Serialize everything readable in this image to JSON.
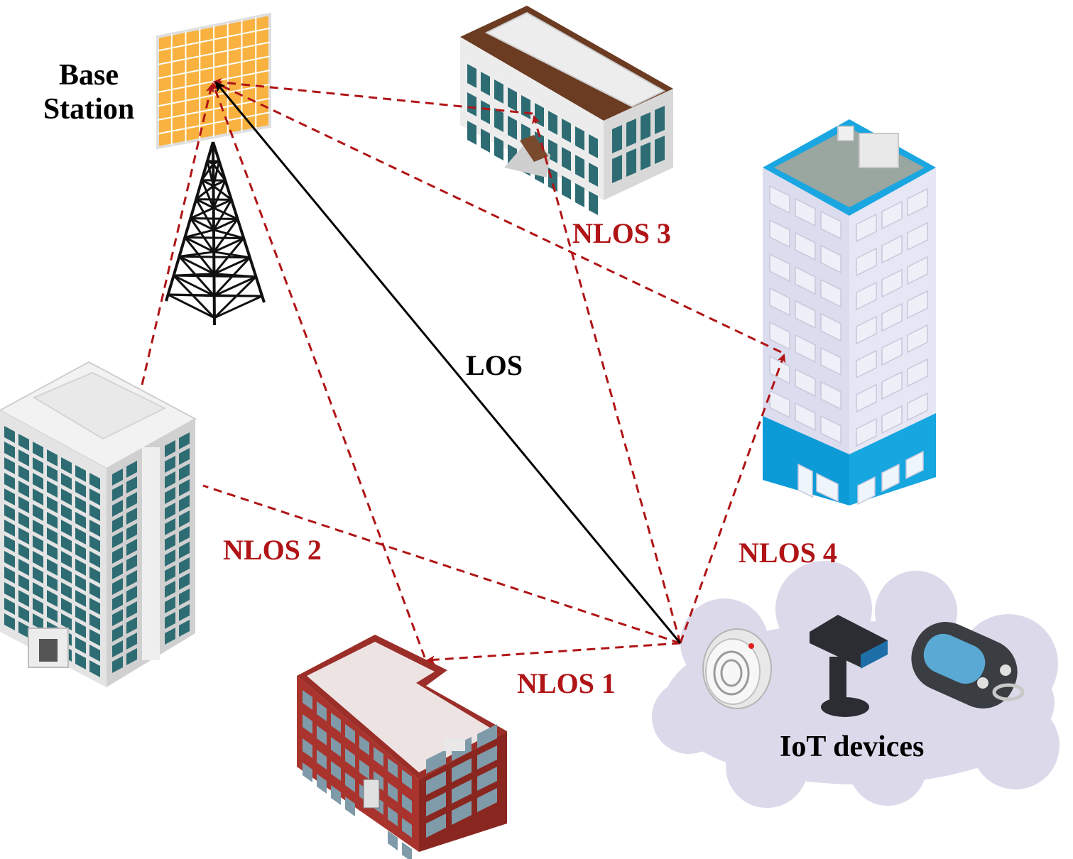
{
  "labels": {
    "base_station": [
      "Base",
      "Station"
    ],
    "los": "LOS",
    "nlos1": "NLOS 1",
    "nlos2": "NLOS 2",
    "nlos3": "NLOS 3",
    "nlos4": "NLOS 4",
    "iot": "IoT devices"
  },
  "colors": {
    "los_line": "#000000",
    "nlos_line": "#b01416",
    "label_red": "#b01416",
    "panel_orange": "#f9b23f",
    "cloud": "#dcdaea",
    "glass_teal": "#2e6c73",
    "brick_red": "#9b2e28",
    "tower_blue": "#16a6d9"
  }
}
